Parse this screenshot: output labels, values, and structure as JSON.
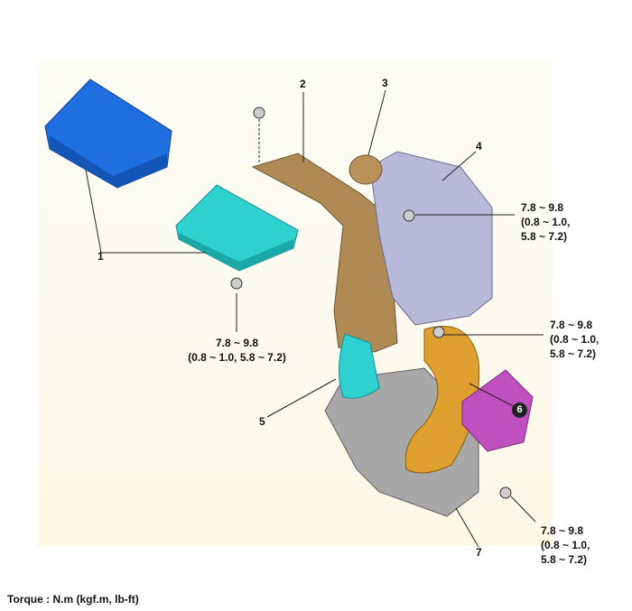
{
  "callouts": [
    "1",
    "2",
    "3",
    "4",
    "5",
    "6",
    "7"
  ],
  "torque": {
    "range": "7.8 ~ 9.8",
    "kgf_paren": "(0.8 ~ 1.0,",
    "lbft_paren": "5.8 ~ 7.2)",
    "single_line": "(0.8 ~ 1.0, 5.8 ~ 7.2)"
  },
  "footer": "Torque : N.m (kgf.m, lb-ft)",
  "colors": {
    "cover": "#1f6fe0",
    "filter": "#2fd0d0",
    "duct": "#b08a55",
    "housing": "#b8b8d8",
    "hose": "#e0a030",
    "resonator": "#c050c0",
    "lower": "#a8a8a8"
  }
}
